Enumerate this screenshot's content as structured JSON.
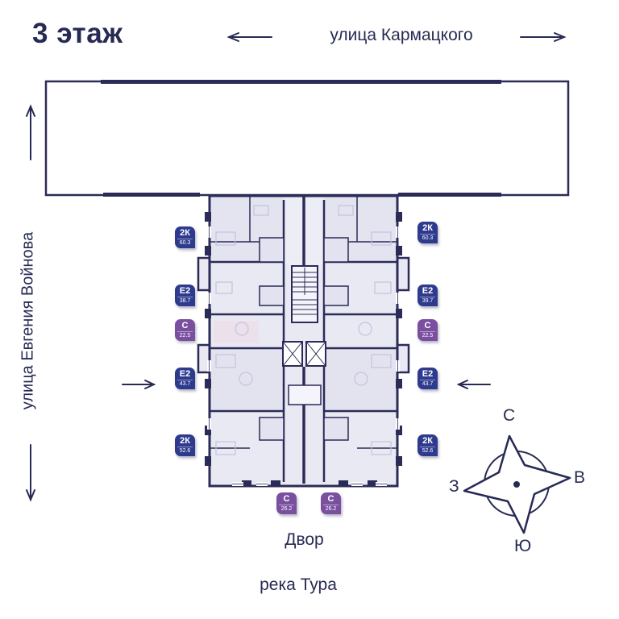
{
  "header": {
    "floor_title": "3 этаж",
    "street_top": "улица Кармацкого"
  },
  "sides": {
    "street_left": "улица Евгения Войнова"
  },
  "footer": {
    "yard": "Двор",
    "river": "река Тура"
  },
  "compass": {
    "north": "С",
    "east": "В",
    "south": "Ю",
    "west": "З"
  },
  "colors": {
    "ink": "#272b54",
    "wall": "#2b2b58",
    "plan_fill": "#e9e9f4",
    "badge_navy": "#2e3a8d",
    "badge_purple": "#7a4fa0"
  },
  "units": {
    "left": [
      {
        "type": "2К",
        "area": "60.3",
        "style": "navy"
      },
      {
        "type": "Е2",
        "area": "38.7",
        "style": "navy"
      },
      {
        "type": "С",
        "area": "22.5",
        "style": "purple"
      },
      {
        "type": "Е2",
        "area": "43.7",
        "style": "navy"
      },
      {
        "type": "2К",
        "area": "52.6",
        "style": "navy"
      }
    ],
    "right": [
      {
        "type": "2К",
        "area": "60.3",
        "style": "navy"
      },
      {
        "type": "Е2",
        "area": "39.7",
        "style": "navy"
      },
      {
        "type": "С",
        "area": "22.5",
        "style": "purple"
      },
      {
        "type": "Е2",
        "area": "43.7",
        "style": "navy"
      },
      {
        "type": "2К",
        "area": "52.6",
        "style": "navy"
      }
    ],
    "bottom": [
      {
        "type": "С",
        "area": "26.2",
        "style": "purple"
      },
      {
        "type": "С",
        "area": "26.2",
        "style": "purple"
      }
    ]
  }
}
